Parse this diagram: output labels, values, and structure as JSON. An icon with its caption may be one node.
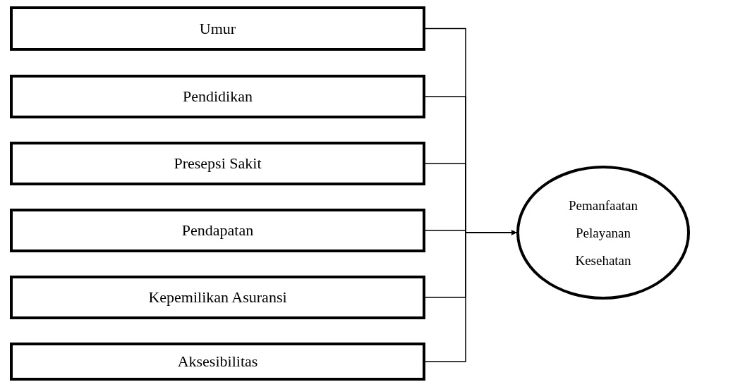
{
  "diagram": {
    "nodes": [
      {
        "text": [
          "Umur"
        ]
      },
      {
        "text": [
          "Pendidikan"
        ]
      },
      {
        "text": [
          "Presepsi Sakit"
        ]
      },
      {
        "text": [
          "Pendapatan"
        ]
      },
      {
        "text": [
          "Kepemilikan Asuransi"
        ]
      },
      {
        "text": [
          "Aksesibilitas"
        ]
      },
      {
        "text": [
          "Pemanfaatan Pelayanan Kesehatan"
        ]
      }
    ],
    "edges": [
      {
        "from": 0,
        "to": 6,
        "arrow": "to"
      },
      {
        "from": 1,
        "to": 6,
        "arrow": "to"
      },
      {
        "from": 2,
        "to": 6,
        "arrow": "to"
      },
      {
        "from": 3,
        "to": 6,
        "arrow": "to"
      },
      {
        "from": 4,
        "to": 6,
        "arrow": "to"
      },
      {
        "from": 5,
        "to": 6,
        "arrow": "to"
      }
    ]
  }
}
